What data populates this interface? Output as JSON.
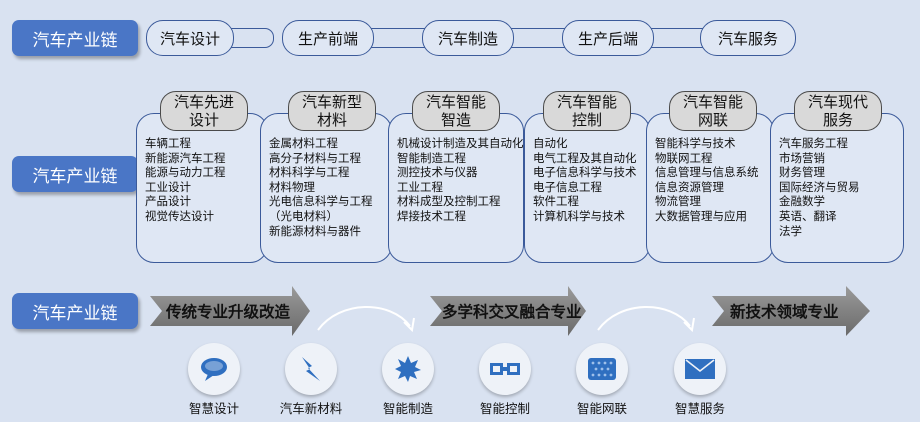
{
  "row_label_1": "汽车产业链",
  "row_label_2": "汽车产业链",
  "row_label_3": "汽车产业链",
  "chain": [
    "汽车设计",
    "生产前端",
    "汽车制造",
    "生产后端",
    "汽车服务"
  ],
  "columns": [
    {
      "title_1": "汽车先进",
      "title_2": "设计",
      "items": [
        "车辆工程",
        "新能源汽车工程",
        "能源与动力工程",
        "工业设计",
        "产品设计",
        "视觉传达设计"
      ]
    },
    {
      "title_1": "汽车新型",
      "title_2": "材料",
      "items": [
        "金属材料工程",
        "高分子材料与工程",
        "材料科学与工程",
        "材料物理",
        "光电信息科学与工程",
        "（光电材料）",
        "新能源材料与器件"
      ]
    },
    {
      "title_1": "汽车智能",
      "title_2": "智造",
      "items": [
        "机械设计制造及其自动化",
        "智能制造工程",
        "测控技术与仪器",
        "工业工程",
        "材料成型及控制工程",
        "焊接技术工程"
      ]
    },
    {
      "title_1": "汽车智能",
      "title_2": "控制",
      "items": [
        "自动化",
        "电气工程及其自动化",
        "电子信息科学与技术",
        "电子信息工程",
        "软件工程",
        "计算机科学与技术"
      ]
    },
    {
      "title_1": "汽车智能",
      "title_2": "网联",
      "items": [
        "智能科学与技术",
        "物联网工程",
        "信息管理与信息系统",
        "信息资源管理",
        "物流管理",
        "大数据管理与应用"
      ]
    },
    {
      "title_1": "汽车现代",
      "title_2": "服务",
      "items": [
        "汽车服务工程",
        "市场营销",
        "财务管理",
        "国际经济与贸易",
        "金融数学",
        "英语、翻译",
        "法学"
      ]
    }
  ],
  "stages": [
    "传统专业升级改造",
    "多学科交叉融合专业",
    "新技术领域专业"
  ],
  "icons": [
    {
      "label": "智慧设计",
      "icon": "speech-bubble-icon"
    },
    {
      "label": "汽车新材料",
      "icon": "lightning-icon"
    },
    {
      "label": "智能制造",
      "icon": "starburst-icon"
    },
    {
      "label": "智能控制",
      "icon": "link-icon"
    },
    {
      "label": "智能网联",
      "icon": "network-grid-icon"
    },
    {
      "label": "智慧服务",
      "icon": "envelope-icon"
    }
  ],
  "colors": {
    "label_bg": "#4a76c6",
    "outline": "#3b5a9a",
    "arrow_fill": "#7a7a7a",
    "icon_blue": "#2f6fc0"
  }
}
